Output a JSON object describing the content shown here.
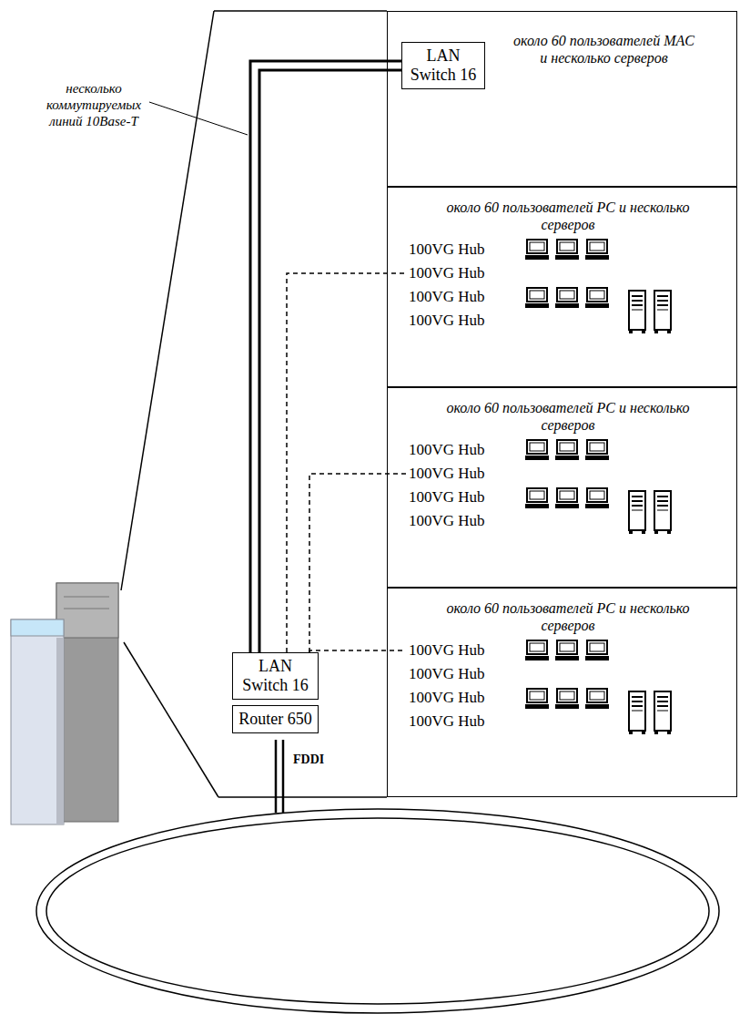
{
  "diagram": {
    "nodes": [
      {
        "text": [
          "около 60 пользователей MAC и несколько серверов"
        ]
      },
      {
        "text": [
          "LAN Switch 16"
        ],
        "in": 0
      },
      {
        "text": [
          "около 60 пользователей PC и несколько серверов"
        ]
      },
      {
        "text": [
          "100VG Hub"
        ],
        "in": 2
      },
      {
        "text": [
          "100VG Hub"
        ],
        "in": 2
      },
      {
        "text": [
          "100VG Hub"
        ],
        "in": 2
      },
      {
        "text": [
          "100VG Hub"
        ],
        "in": 2
      },
      {
        "text": [
          "около 60 пользователей PC и несколько серверов"
        ]
      },
      {
        "text": [
          "100VG Hub"
        ],
        "in": 7
      },
      {
        "text": [
          "100VG Hub"
        ],
        "in": 7
      },
      {
        "text": [
          "100VG Hub"
        ],
        "in": 7
      },
      {
        "text": [
          "100VG Hub"
        ],
        "in": 7
      },
      {
        "text": [
          "около 60 пользователей PC и несколько серверов"
        ]
      },
      {
        "text": [
          "100VG Hub"
        ],
        "in": 12
      },
      {
        "text": [
          "100VG Hub"
        ],
        "in": 12
      },
      {
        "text": [
          "100VG Hub"
        ],
        "in": 12
      },
      {
        "text": [
          "100VG Hub"
        ],
        "in": 12
      },
      {
        "text": [
          "LAN Switch 16"
        ]
      },
      {
        "text": [
          "Router 650"
        ]
      }
    ],
    "edges": [
      {
        "from": 1,
        "to": 17,
        "arrow": "none"
      },
      {
        "from": 17,
        "to": 4,
        "arrow": "none"
      },
      {
        "from": 17,
        "to": 9,
        "arrow": "none"
      },
      {
        "from": 17,
        "to": 13,
        "arrow": "none"
      }
    ],
    "labels": [
      "несколько коммутируемых линий 10Base-T",
      "FDDI"
    ]
  }
}
